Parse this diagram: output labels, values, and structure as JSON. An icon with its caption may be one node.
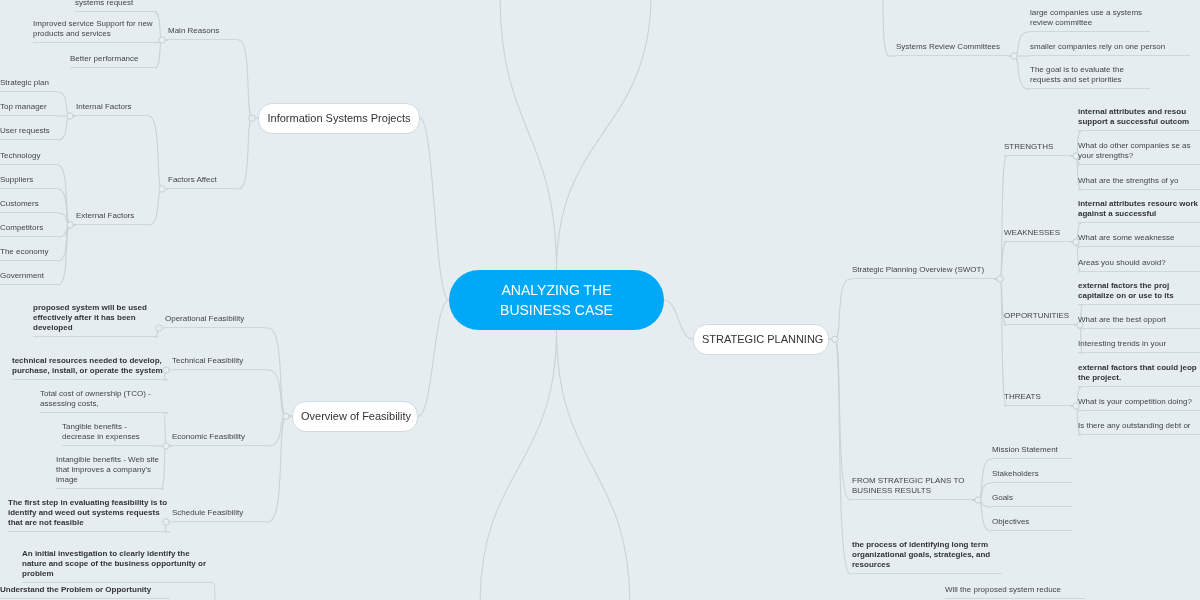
{
  "diagram": {
    "nodes": [
      {
        "text": [
          "ANALYZING THE BUSINESS CASE"
        ]
      },
      {
        "text": [
          "Information Systems Projects"
        ]
      },
      {
        "text": [
          "Overview of Feasibility"
        ]
      },
      {
        "text": [
          "STRATEGIC PLANNING"
        ]
      },
      {
        "text": [
          "Main Reasons"
        ]
      },
      {
        "text": [
          "systems request"
        ]
      },
      {
        "text": [
          "Improved service Support for new products and services"
        ]
      },
      {
        "text": [
          "Better performance"
        ]
      },
      {
        "text": [
          "Factors Affect"
        ]
      },
      {
        "text": [
          "Internal Factors"
        ]
      },
      {
        "text": [
          "Strategic plan"
        ]
      },
      {
        "text": [
          "Top manager"
        ]
      },
      {
        "text": [
          "User requests"
        ]
      },
      {
        "text": [
          "External Factors"
        ]
      },
      {
        "text": [
          "Technology"
        ]
      },
      {
        "text": [
          "Suppliers"
        ]
      },
      {
        "text": [
          "Customers"
        ]
      },
      {
        "text": [
          "Competitors"
        ]
      },
      {
        "text": [
          "The economy"
        ]
      },
      {
        "text": [
          "Government"
        ]
      },
      {
        "text": [
          "Operational Feasibility"
        ]
      },
      {
        "text": [
          "proposed system will be used effectively after it has been developed"
        ]
      },
      {
        "text": [
          "Technical Feasibility"
        ]
      },
      {
        "text": [
          "technical resources needed to develop, purchase, install, or operate the system"
        ]
      },
      {
        "text": [
          "Economic Feasibility"
        ]
      },
      {
        "text": [
          "Total cost of ownership (TCO) - assessing costs,"
        ]
      },
      {
        "text": [
          "Tangible benefits - decrease in expenses"
        ]
      },
      {
        "text": [
          "Intangible benefits - Web site that improves a company's image"
        ]
      },
      {
        "text": [
          "Schedule Feasibility"
        ]
      },
      {
        "text": [
          "The first step in evaluating feasibility is to identify and weed out systems requests that are not feasible"
        ]
      },
      {
        "text": [
          "An initial investigation to clearly identify the nature and scope of the business opportunity or problem"
        ]
      },
      {
        "text": [
          "Understand the Problem or Opportunity"
        ]
      },
      {
        "text": [
          "Systems Review Committees"
        ]
      },
      {
        "text": [
          "large companies use a systems review committee"
        ]
      },
      {
        "text": [
          "smaller companies rely on one person"
        ]
      },
      {
        "text": [
          "The goal is to evaluate the requests and set priorities"
        ]
      },
      {
        "text": [
          "Strategic Planning Overview (SWOT)"
        ]
      },
      {
        "text": [
          "STRENGTHS"
        ]
      },
      {
        "text": [
          "internal attributes and resou support a successful outcom"
        ]
      },
      {
        "text": [
          "What do other companies se as your strengths?"
        ]
      },
      {
        "text": [
          "What are the strengths of yo"
        ]
      },
      {
        "text": [
          "WEAKNESSES"
        ]
      },
      {
        "text": [
          "internal attributes resourc work against a successful"
        ]
      },
      {
        "text": [
          "What are some weaknesse"
        ]
      },
      {
        "text": [
          "Areas you should avoid?"
        ]
      },
      {
        "text": [
          "OPPORTUNITIES"
        ]
      },
      {
        "text": [
          "external factors the proj capitalize on or use to its"
        ]
      },
      {
        "text": [
          "What are the best opport"
        ]
      },
      {
        "text": [
          "Interesting trends in your"
        ]
      },
      {
        "text": [
          "THREATS"
        ]
      },
      {
        "text": [
          "external factors that could jeop the project."
        ]
      },
      {
        "text": [
          "What is your competition doing?"
        ]
      },
      {
        "text": [
          "Is there any outstanding debt or"
        ]
      },
      {
        "text": [
          "FROM STRATEGIC PLANS TO BUSINESS RESULTS"
        ]
      },
      {
        "text": [
          "Mission Statement"
        ]
      },
      {
        "text": [
          "Stakeholders"
        ]
      },
      {
        "text": [
          "Goals"
        ]
      },
      {
        "text": [
          "Objectives"
        ]
      },
      {
        "text": [
          "the process of identifying long term organizational goals, strategies, and resources"
        ]
      },
      {
        "text": [
          "Will the proposed system reduce"
        ]
      }
    ],
    "edges": [
      {
        "from": 0,
        "to": 1,
        "arrow": "none"
      },
      {
        "from": 0,
        "to": 2,
        "arrow": "none"
      },
      {
        "from": 0,
        "to": 3,
        "arrow": "none"
      },
      {
        "from": 1,
        "to": 4,
        "arrow": "none"
      },
      {
        "from": 4,
        "to": 5,
        "arrow": "none"
      },
      {
        "from": 4,
        "to": 6,
        "arrow": "none"
      },
      {
        "from": 4,
        "to": 7,
        "arrow": "none"
      },
      {
        "from": 1,
        "to": 8,
        "arrow": "none"
      },
      {
        "from": 8,
        "to": 9,
        "arrow": "none"
      },
      {
        "from": 9,
        "to": 10,
        "arrow": "none"
      },
      {
        "from": 9,
        "to": 11,
        "arrow": "none"
      },
      {
        "from": 9,
        "to": 12,
        "arrow": "none"
      },
      {
        "from": 8,
        "to": 13,
        "arrow": "none"
      },
      {
        "from": 13,
        "to": 14,
        "arrow": "none"
      },
      {
        "from": 13,
        "to": 15,
        "arrow": "none"
      },
      {
        "from": 13,
        "to": 16,
        "arrow": "none"
      },
      {
        "from": 13,
        "to": 17,
        "arrow": "none"
      },
      {
        "from": 13,
        "to": 18,
        "arrow": "none"
      },
      {
        "from": 13,
        "to": 19,
        "arrow": "none"
      },
      {
        "from": 2,
        "to": 20,
        "arrow": "none"
      },
      {
        "from": 20,
        "to": 21,
        "arrow": "none"
      },
      {
        "from": 2,
        "to": 22,
        "arrow": "none"
      },
      {
        "from": 22,
        "to": 23,
        "arrow": "none"
      },
      {
        "from": 2,
        "to": 24,
        "arrow": "none"
      },
      {
        "from": 24,
        "to": 25,
        "arrow": "none"
      },
      {
        "from": 24,
        "to": 26,
        "arrow": "none"
      },
      {
        "from": 24,
        "to": 27,
        "arrow": "none"
      },
      {
        "from": 2,
        "to": 28,
        "arrow": "none"
      },
      {
        "from": 28,
        "to": 29,
        "arrow": "none"
      },
      {
        "from": null,
        "to": 30,
        "arrow": "none"
      },
      {
        "from": null,
        "to": 32,
        "arrow": "none"
      },
      {
        "from": 32,
        "to": 33,
        "arrow": "none"
      },
      {
        "from": 32,
        "to": 34,
        "arrow": "none"
      },
      {
        "from": 32,
        "to": 35,
        "arrow": "none"
      },
      {
        "from": 3,
        "to": 36,
        "arrow": "none"
      },
      {
        "from": 36,
        "to": 37,
        "arrow": "none"
      },
      {
        "from": 37,
        "to": 38,
        "arrow": "none"
      },
      {
        "from": 37,
        "to": 39,
        "arrow": "none"
      },
      {
        "from": 37,
        "to": 40,
        "arrow": "none"
      },
      {
        "from": 36,
        "to": 41,
        "arrow": "none"
      },
      {
        "from": 41,
        "to": 42,
        "arrow": "none"
      },
      {
        "from": 41,
        "to": 43,
        "arrow": "none"
      },
      {
        "from": 41,
        "to": 44,
        "arrow": "none"
      },
      {
        "from": 36,
        "to": 45,
        "arrow": "none"
      },
      {
        "from": 45,
        "to": 46,
        "arrow": "none"
      },
      {
        "from": 45,
        "to": 47,
        "arrow": "none"
      },
      {
        "from": 45,
        "to": 48,
        "arrow": "none"
      },
      {
        "from": 36,
        "to": 49,
        "arrow": "none"
      },
      {
        "from": 49,
        "to": 50,
        "arrow": "none"
      },
      {
        "from": 49,
        "to": 51,
        "arrow": "none"
      },
      {
        "from": 49,
        "to": 52,
        "arrow": "none"
      },
      {
        "from": 3,
        "to": 53,
        "arrow": "none"
      },
      {
        "from": 53,
        "to": 54,
        "arrow": "none"
      },
      {
        "from": 53,
        "to": 55,
        "arrow": "none"
      },
      {
        "from": 53,
        "to": 56,
        "arrow": "none"
      },
      {
        "from": 53,
        "to": 57,
        "arrow": "none"
      },
      {
        "from": 3,
        "to": 58,
        "arrow": "none"
      },
      {
        "from": 0,
        "to": null,
        "arrow": "none"
      },
      {
        "from": 0,
        "to": null,
        "arrow": "none"
      },
      {
        "from": 0,
        "to": null,
        "arrow": "none"
      },
      {
        "from": 0,
        "to": null,
        "arrow": "none"
      }
    ]
  }
}
